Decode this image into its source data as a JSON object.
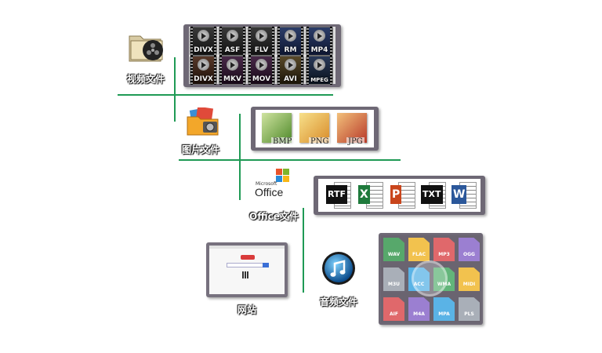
{
  "labels": {
    "video": "视频文件",
    "image": "图片文件",
    "office": "Office文件",
    "audio": "音频文件",
    "web": "网站"
  },
  "video_formats": [
    "DIVX",
    "ASF",
    "FLV",
    "RM",
    "MP4",
    "DIVX",
    "MKV",
    "MOV",
    "AVI",
    "MPEG"
  ],
  "image_formats": [
    "BMP",
    "PNG",
    "JPG"
  ],
  "office_formats": [
    {
      "mark": "RTF",
      "color": "#111111"
    },
    {
      "mark": "X",
      "color": "#1f7a3c"
    },
    {
      "mark": "P",
      "color": "#c9451c"
    },
    {
      "mark": "TXT",
      "color": "#111111"
    },
    {
      "mark": "W",
      "color": "#2b579a"
    }
  ],
  "office_logo": {
    "small_text": "Microsoft",
    "text": "Office"
  },
  "audio_formats": [
    {
      "name": "WAV",
      "color": "#57a86b"
    },
    {
      "name": "FLAC",
      "color": "#f2c24e"
    },
    {
      "name": "MP3",
      "color": "#e0686b"
    },
    {
      "name": "OGG",
      "color": "#9b7fd1"
    },
    {
      "name": "M3U",
      "color": "#a9afb8"
    },
    {
      "name": "ACC",
      "color": "#5ab3e6"
    },
    {
      "name": "WMA",
      "color": "#62b57a"
    },
    {
      "name": "MIDI",
      "color": "#f2c24e"
    },
    {
      "name": "AIF",
      "color": "#e0686b"
    },
    {
      "name": "M4A",
      "color": "#9b7fd1"
    },
    {
      "name": "MPA",
      "color": "#5ab3e6"
    },
    {
      "name": "PLS",
      "color": "#a9afb8"
    }
  ],
  "colors": {
    "divider": "#1f9a55",
    "panel_frame": "#6e6875"
  }
}
